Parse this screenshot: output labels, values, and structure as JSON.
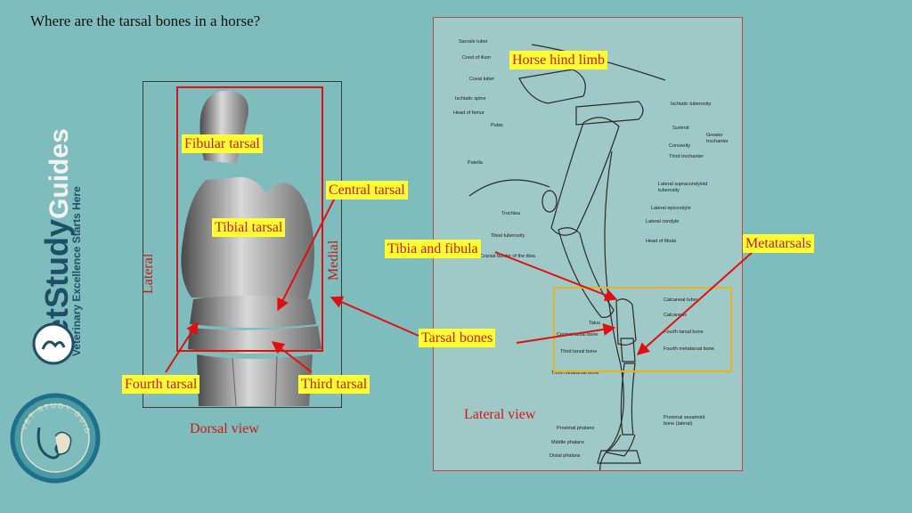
{
  "question": "Where are the tarsal bones in a horse?",
  "brand": {
    "name_part1": "Vet",
    "name_part2": "Study",
    "name_part3": "Guides",
    "tagline": "Veterinary Excellence Starts Here",
    "seal_text": "VET STUDY GUIDES"
  },
  "dorsal": {
    "caption": "Dorsal view",
    "labels": {
      "fibular": "Fibular tarsal",
      "tibial": "Tibial tarsal",
      "central": "Central tarsal",
      "fourth": "Fourth tarsal",
      "third": "Third tarsal",
      "lateral": "Lateral",
      "medial": "Medial"
    }
  },
  "lateral": {
    "caption": "Lateral view",
    "title": "Horse hind limb",
    "labels": {
      "tibia_fibula": "Tibia and fibula",
      "metatarsals": "Metatarsals",
      "tarsal_bones": "Tarsal bones"
    },
    "anatomy": [
      "Sacrale tuber",
      "Crest of ilium",
      "Coxal tuber",
      "Ischiatic spine",
      "Head of femur",
      "Pubis",
      "Patella",
      "Trochlea",
      "Tibial tuberosity",
      "Cranial border of the tibia",
      "Talus",
      "Central tarsal bone",
      "Third tarsal bone",
      "Third metatarsal bone",
      "Proximal phalanx",
      "Middle phalanx",
      "Distal phalanx",
      "Ischiatic tuberosity",
      "Summit",
      "Convexity",
      "Greater trochanter",
      "Third trochanter",
      "Lateral supracondyloid tuberosity",
      "Lateral epicondyle",
      "Lateral condyle",
      "Head of fibula",
      "Calcaneal tuber",
      "Calcaneus",
      "Fourth tarsal bone",
      "Fourth metatarsal bone",
      "Proximal sesamoid bone (lateral)"
    ]
  },
  "colors": {
    "background": "#7fbcbd",
    "label_bg": "#ffff33",
    "label_text": "#d01818",
    "arrow": "#e01010",
    "box_red": "#e01010",
    "box_yellow": "#e6b422"
  }
}
